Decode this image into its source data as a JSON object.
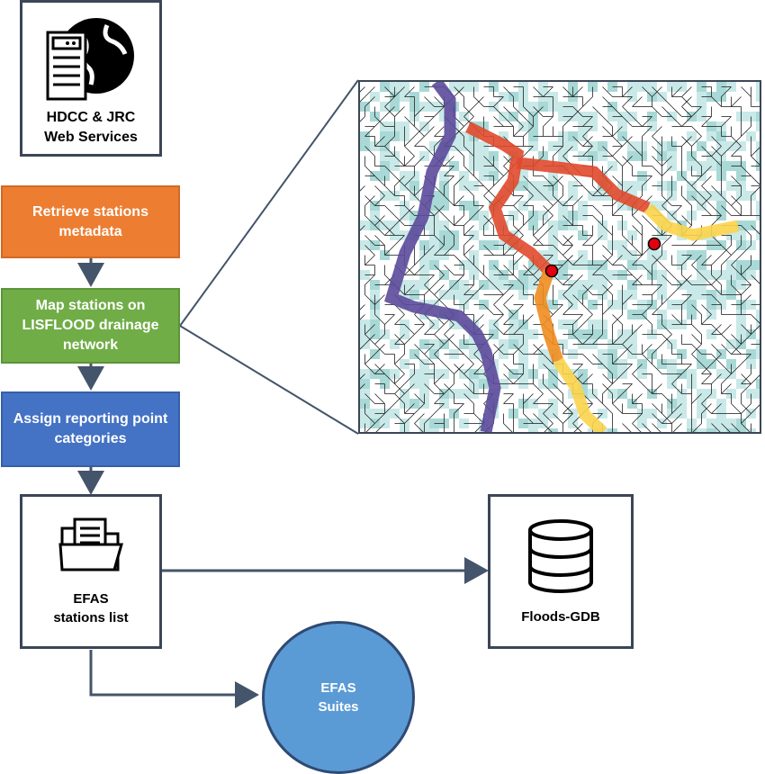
{
  "source": {
    "label": "HDCC & JRC\nWeb Services",
    "icon": "server-globe-icon"
  },
  "steps": [
    {
      "label": "Retrieve stations metadata",
      "color": "#ed7d31"
    },
    {
      "label": "Map stations on LISFLOOD drainage network",
      "color": "#70ad47"
    },
    {
      "label": "Assign reporting point categories",
      "color": "#4472c4"
    }
  ],
  "stations_list": {
    "label": "EFAS\nstations list",
    "icon": "folder-documents-icon"
  },
  "database": {
    "label": "Floods-GDB",
    "icon": "database-icon"
  },
  "suites": {
    "label": "EFAS\nSuites",
    "color": "#5b9bd5"
  },
  "map": {
    "description_colors": {
      "network": "#c9e9e8",
      "river_purple": "#5c4a9b",
      "river_red": "#e0492c",
      "river_orange": "#f08c1f",
      "river_yellow": "#fbd44a",
      "station": "#e3000f"
    }
  },
  "colors": {
    "border": "#3b4656",
    "arrow": "#44546a"
  }
}
